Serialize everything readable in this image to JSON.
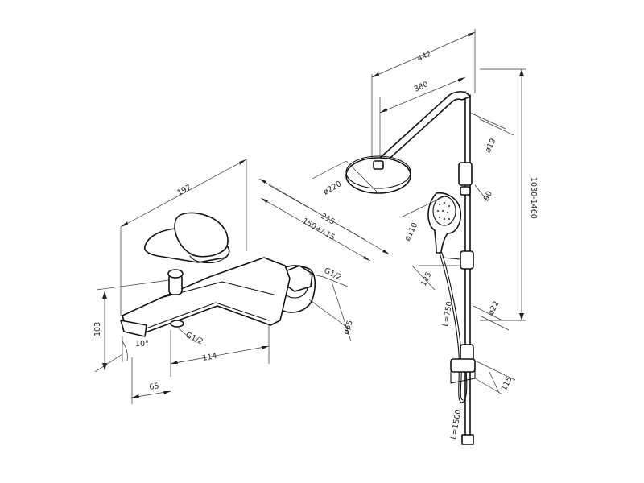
{
  "mixer": {
    "width": "197",
    "depth": "215",
    "centers": "150+/-15",
    "inlet_thread": "G1/2",
    "flange_diameter": "ø65",
    "height": "103",
    "spout_angle": "10°",
    "outlet_thread": "G1/2",
    "spout_reach": "114",
    "outlet_offset": "65"
  },
  "shower_set": {
    "overall_width": "442",
    "arm_length": "380",
    "rail_diameter_top": "ø19",
    "overhead_diameter": "ø220",
    "holder_offset": "90",
    "hand_shower_diameter": "ø110",
    "column_height": "1030-1460",
    "slider_offset": "125",
    "pipe_length": "L=750",
    "pipe_diameter": "ø22",
    "bracket_offset": "115",
    "hose_length": "L=1500"
  }
}
